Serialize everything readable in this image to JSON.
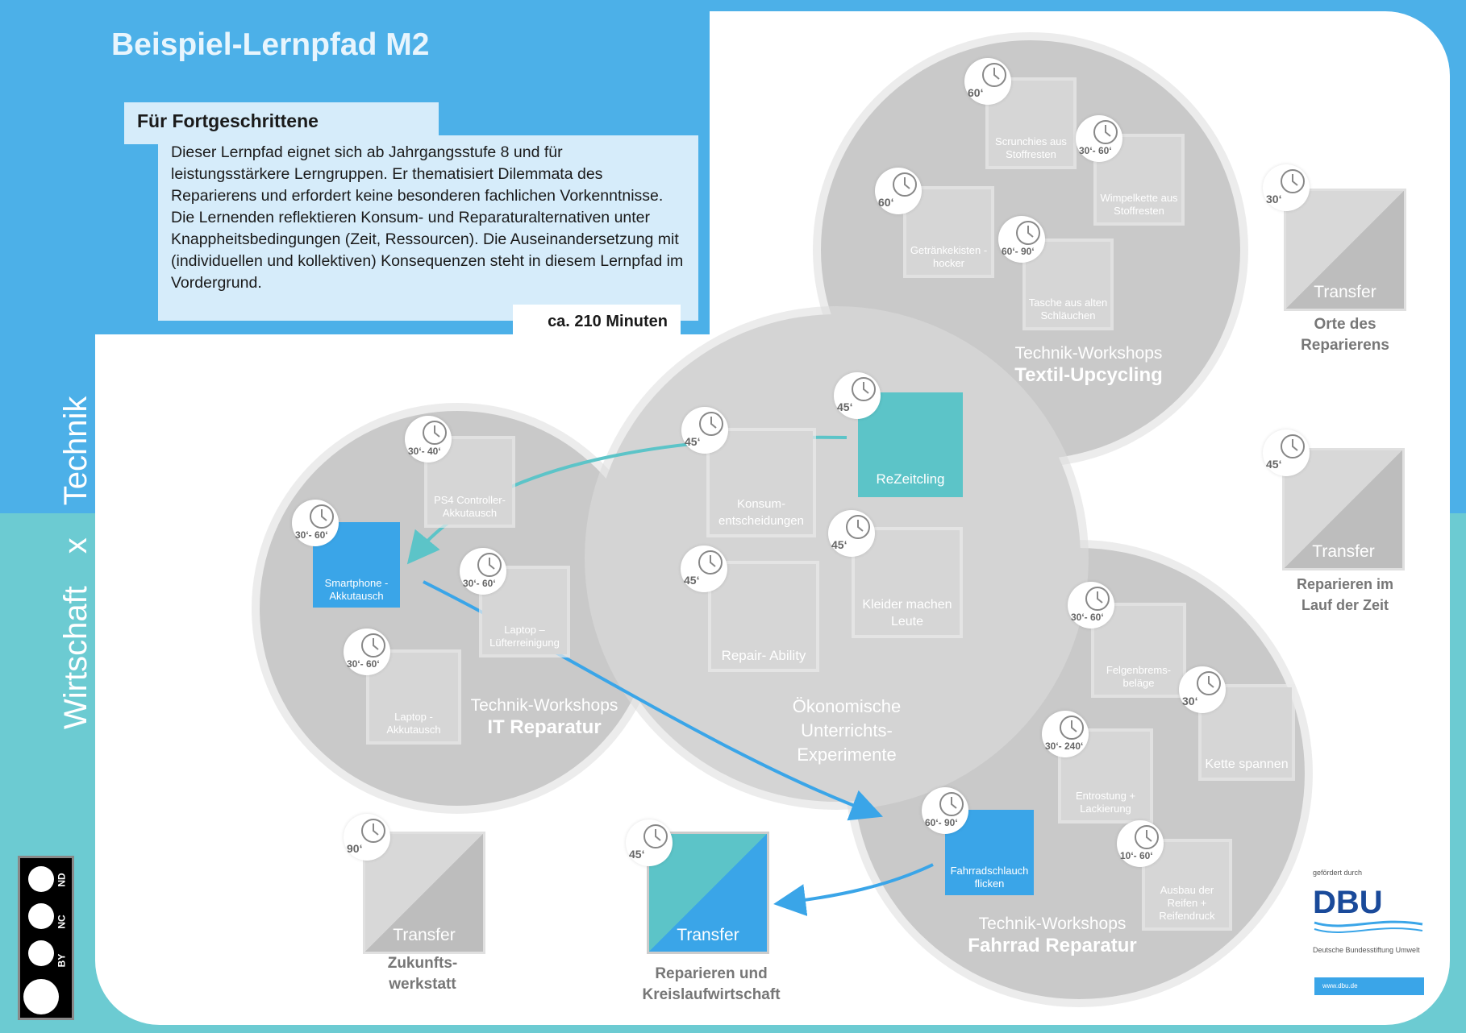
{
  "header": {
    "title": "Beispiel-Lernpfad M2",
    "subtitle": "Für Fortgeschrittene",
    "description": "Dieser Lernpfad eignet sich ab Jahrgangsstufe 8 und für leistungsstärkere Lerngruppen. Er thematisiert Dilemmata des Reparierens und erfordert keine besonderen fachlichen Vorkenntnisse. Die Lernenden reflektieren Konsum- und Reparaturalternativen unter Knappheitsbedingungen (Zeit, Ressourcen). Die Auseinandersetzung mit (individuellen und kollektiven) Konsequenzen steht in diesem Lernpfad im Vordergrund.",
    "duration": "ca. 210 Minuten"
  },
  "side": {
    "left": "Wirtschaft",
    "cross": "x",
    "right": "Technik"
  },
  "groups": {
    "textil": {
      "line1": "Technik-Workshops",
      "line2": "Textil-Upcycling"
    },
    "it": {
      "line1": "Technik-Workshops",
      "line2": "IT Reparatur"
    },
    "center": {
      "line1": "Ökonomische",
      "line2": "Unterrichts-",
      "line3": "Experimente"
    },
    "fahrrad": {
      "line1": "Technik-Workshops",
      "line2": "Fahrrad Reparatur"
    }
  },
  "cards": {
    "scrunchies": {
      "label": "Scrunchies aus Stoffresten",
      "time": "60‘"
    },
    "wimpel": {
      "label": "Wimpelkette aus Stoffresten",
      "time": "30‘- 60‘"
    },
    "getraenke": {
      "label": "Getränkekisten -hocker",
      "time": "60‘"
    },
    "tasche": {
      "label": "Tasche aus alten Schläuchen",
      "time": "60‘- 90‘"
    },
    "ps4": {
      "label": "PS4 Controller- Akkutausch",
      "time": "30‘- 40‘"
    },
    "smartphone": {
      "label": "Smartphone - Akkutausch",
      "time": "30‘- 60‘"
    },
    "laptopluefter": {
      "label": "Laptop – Lüfterreinigung",
      "time": "30‘- 60‘"
    },
    "laptopakku": {
      "label": "Laptop - Akkutausch",
      "time": "30‘- 60‘"
    },
    "konsum": {
      "label": "Konsum- entscheidungen",
      "time": "45‘"
    },
    "rezeitcling": {
      "label": "ReZeitcling",
      "time": "45‘"
    },
    "repair": {
      "label": "Repair- Ability",
      "time": "45‘"
    },
    "kleider": {
      "label": "Kleider machen Leute",
      "time": "45‘"
    },
    "felgen": {
      "label": "Felgenbrems- beläge",
      "time": "30‘- 60‘"
    },
    "kette": {
      "label": "Kette spannen",
      "time": "30‘"
    },
    "entrostung": {
      "label": "Entrostung + Lackierung",
      "time": "30‘- 240‘"
    },
    "fahrradschlauch": {
      "label": "Fahrradschlauch flicken",
      "time": "60‘- 90‘"
    },
    "ausbau": {
      "label": "Ausbau der Reifen + Reifendruck",
      "time": "10‘- 60‘"
    }
  },
  "transfers": {
    "label": "Transfer",
    "orte": {
      "time": "30‘",
      "caption": "Orte des Reparierens"
    },
    "zeit": {
      "time": "45‘",
      "caption": "Reparieren im Lauf der Zeit"
    },
    "zukunft": {
      "time": "90‘",
      "caption": "Zukunfts- werkstatt"
    },
    "kreislauf": {
      "time": "45‘",
      "caption": "Reparieren und Kreislaufwirtschaft"
    }
  },
  "dbu": {
    "funded": "gefördert durch",
    "logo": "DBU",
    "name": "Deutsche Bundesstiftung Umwelt",
    "url": "www.dbu.de"
  },
  "license": {
    "by": "BY",
    "nc": "NC",
    "nd": "ND"
  },
  "colors": {
    "blue": "#4cb0e8",
    "teal": "#6ccbd2",
    "card_blue": "#3aa5e8",
    "card_teal": "#5cc4c8",
    "arrow_teal": "#5cc4c8",
    "arrow_blue": "#3aa5e8"
  }
}
